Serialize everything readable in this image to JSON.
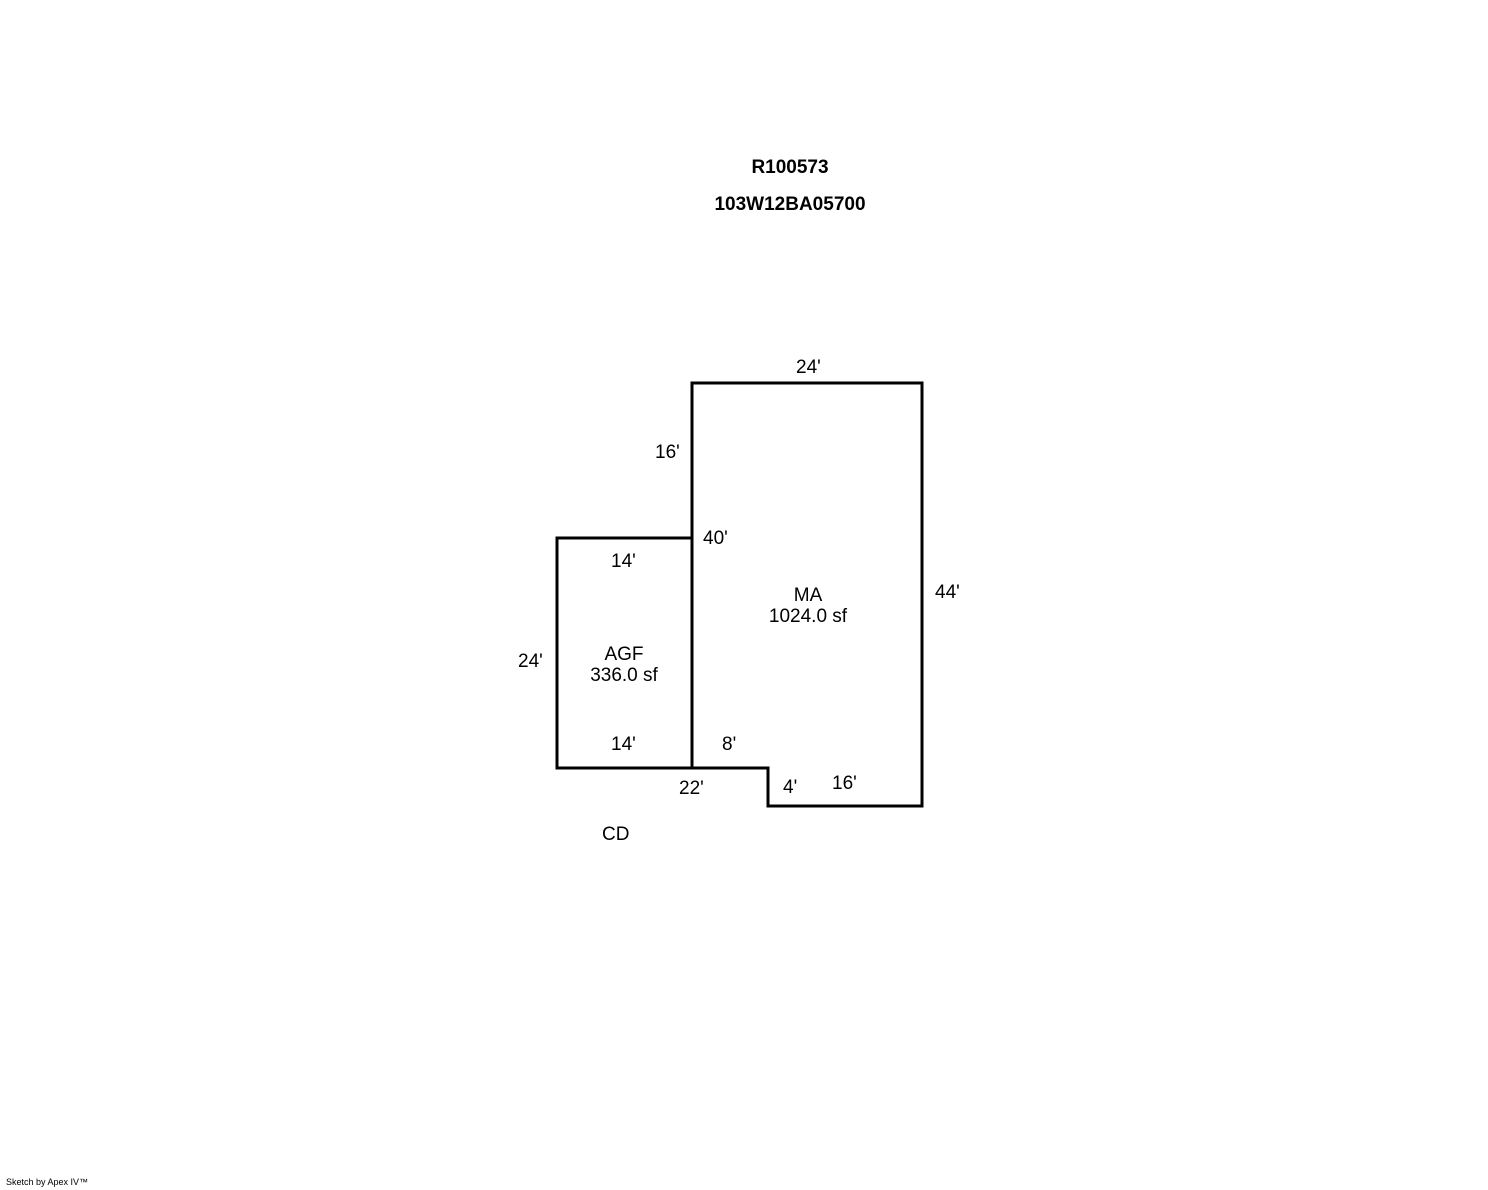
{
  "header": {
    "account": "R100573",
    "map_tax_lot": "103W12BA05700"
  },
  "areas": {
    "ma": {
      "code": "MA",
      "area": "1024.0 sf"
    },
    "agf": {
      "code": "AGF",
      "area": "336.0 sf"
    },
    "cd": {
      "code": "CD"
    }
  },
  "dimensions": {
    "ma_top": "24'",
    "ma_left_upper": "16'",
    "ma_interior_left": "40'",
    "ma_right": "44'",
    "ma_bottom_step": "8'",
    "ma_step_down": "4'",
    "ma_bottom": "16'",
    "shared_bottom": "22'",
    "agf_top": "14'",
    "agf_left": "24'",
    "agf_bottom": "14'"
  },
  "footer": "Sketch by Apex IV™",
  "colors": {
    "line": "#000000",
    "background": "#ffffff"
  }
}
